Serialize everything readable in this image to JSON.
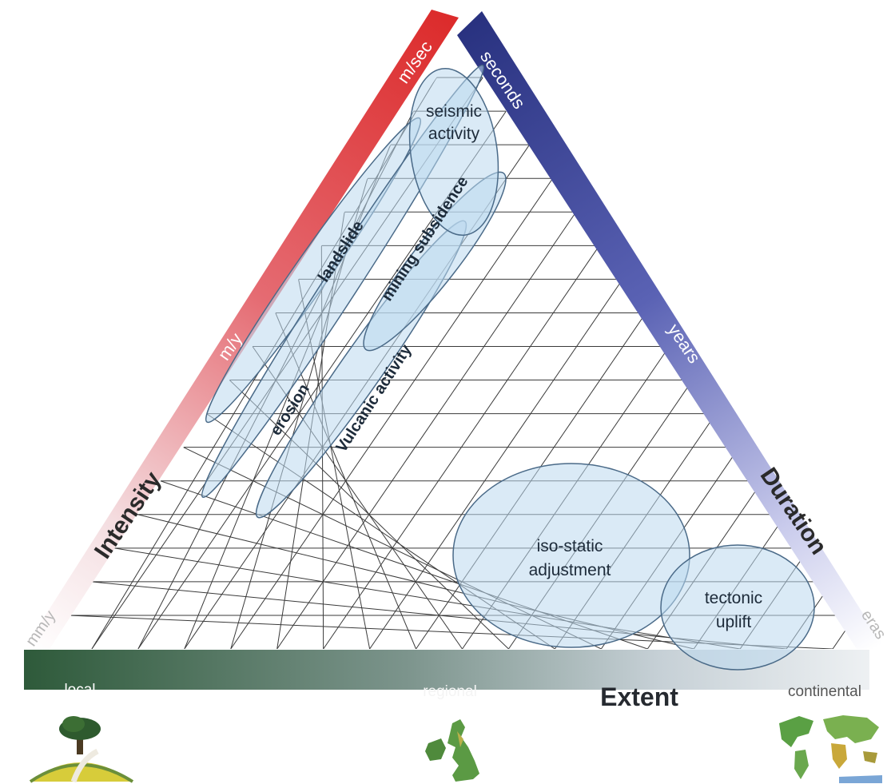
{
  "axes": {
    "intensity": {
      "title": "Intensity",
      "high": "m/sec",
      "mid": "m/y",
      "low": "mm/y"
    },
    "duration": {
      "title": "Duration",
      "short": "seconds",
      "mid": "years",
      "long": "eras"
    },
    "extent": {
      "title": "Extent",
      "small": "local",
      "mid": "regional",
      "large": "continental"
    }
  },
  "processes": {
    "seismic": {
      "line1": "seismic",
      "line2": "activity"
    },
    "landslide": "landslide",
    "mining": "mining subsidence",
    "erosion": "erosion",
    "volcanic": "Vulcanic activity",
    "isostatic": {
      "line1": "iso-static",
      "line2": "adjustment"
    },
    "tectonic": {
      "line1": "tectonic",
      "line2": "uplift"
    }
  },
  "pictograms": [
    "local-landscape-icon",
    "british-isles-map-icon",
    "world-map-icon"
  ],
  "colors": {
    "intensity_band": "#d9272e",
    "duration_band": "#2b3586",
    "extent_band": "#2e5a3a",
    "ellipse_fill": "#bcd8ee",
    "ellipse_stroke": "#4a6a88",
    "grid": "#3a3a3a",
    "label_dark": "#1d2b3a"
  }
}
